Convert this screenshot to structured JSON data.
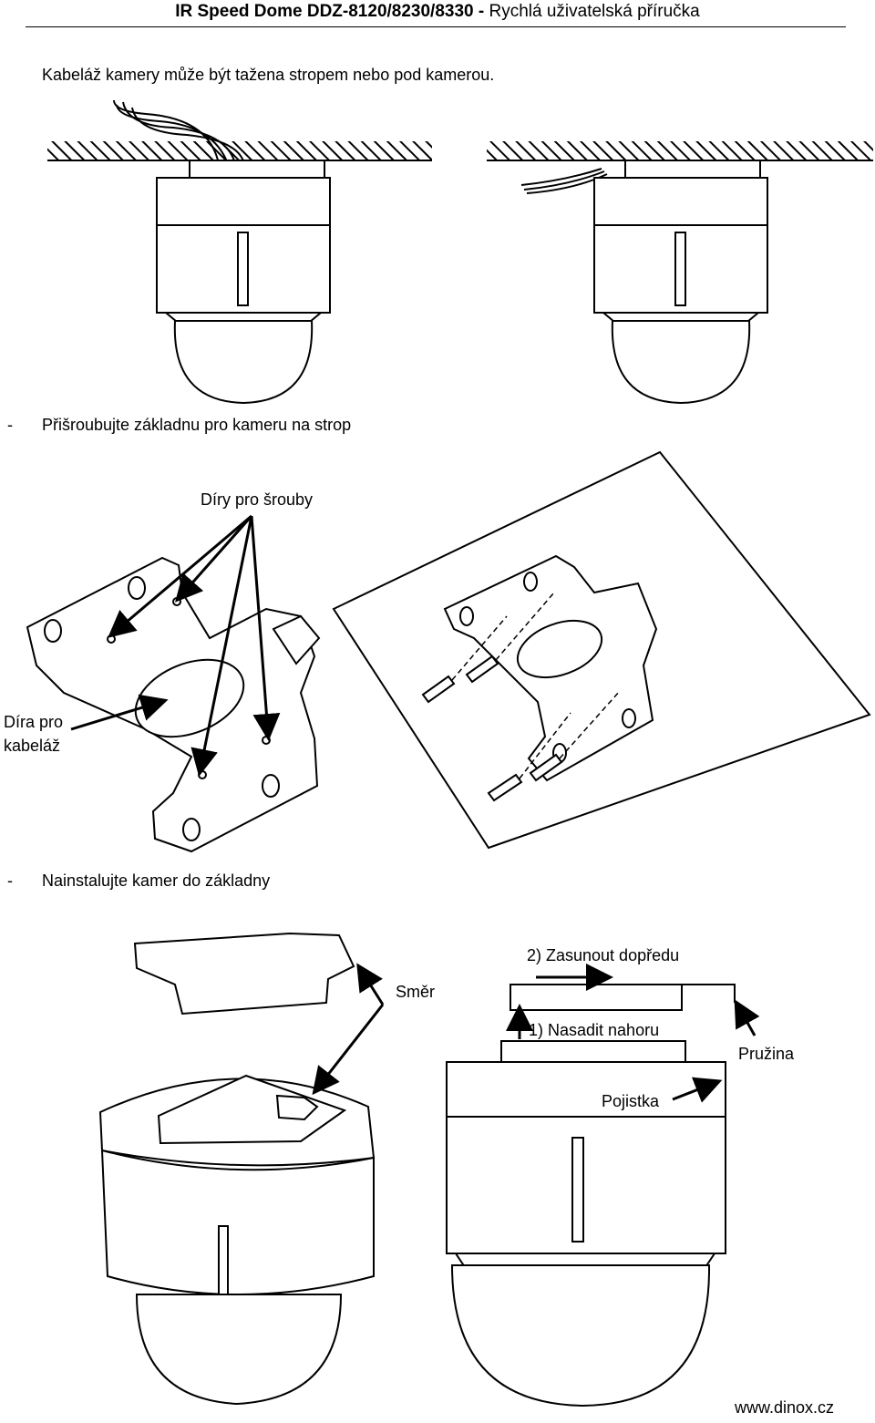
{
  "header": {
    "title_bold": "IR Speed Dome DDZ-8120/8230/8330 -",
    "title_rest": " Rychlá uživatelská příručka"
  },
  "intro": "Kabeláž kamery může být tažena stropem nebo pod kamerou.",
  "step1": {
    "dash": "-",
    "text": "Přišroubujte základnu pro kameru na strop"
  },
  "bracket_labels": {
    "screw_holes": "Díry pro šrouby",
    "cable_hole_line1": "Díra pro",
    "cable_hole_line2": "kabeláž"
  },
  "step2": {
    "dash": "-",
    "text": "Nainstalujte kamer do základny"
  },
  "install_labels": {
    "direction": "Směr",
    "slide_forward": "2) Zasunout dopředu",
    "mount_up": "1) Nasadit nahoru",
    "spring": "Pružina",
    "latch": "Pojistka"
  },
  "footer": {
    "url": "www.dinox.cz"
  }
}
